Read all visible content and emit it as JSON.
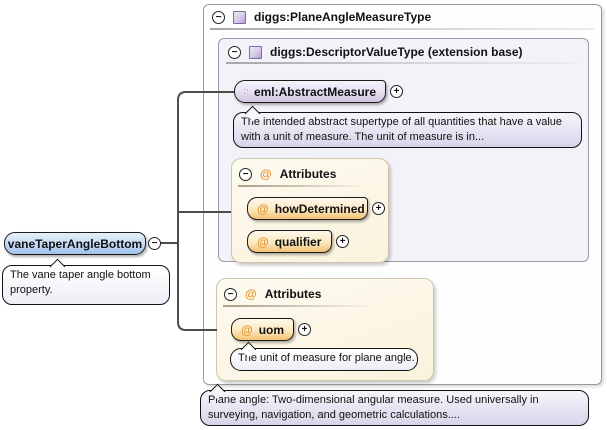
{
  "colors": {
    "accent_purple": "#b2a1d1",
    "accent_orange": "#e8962e",
    "accent_blue": "#9fc2ec",
    "panel_cream": "#faf3dd",
    "panel_lavender": "#f4f2f9"
  },
  "icons": {
    "collapse_glyph": "−",
    "expand_glyph": "+",
    "attribute_glyph": "@"
  },
  "diagram": {
    "root_type": {
      "label": "diggs:PlaneAngleMeasureType"
    },
    "extension_base": {
      "label": "diggs:DescriptorValueType (extension base)"
    },
    "element": {
      "label": "eml:AbstractMeasure",
      "annotation": "The intended abstract supertype of all quantities that have a value with a unit of measure. The unit of measure is in..."
    },
    "attribute_group_top": {
      "title": "Attributes",
      "attributes": [
        {
          "name": "howDetermined"
        },
        {
          "name": "qualifier"
        }
      ]
    },
    "attribute_group_bottom": {
      "title": "Attributes",
      "attributes": [
        {
          "name": "uom",
          "annotation": "The unit of measure for plane angle."
        }
      ]
    },
    "property": {
      "label": "vaneTaperAngleBottom",
      "annotation": "The vane taper angle bottom property."
    },
    "type_annotation": "Plane angle: Two-dimensional angular measure. Used universally in surveying, navigation, and geometric calculations...."
  }
}
